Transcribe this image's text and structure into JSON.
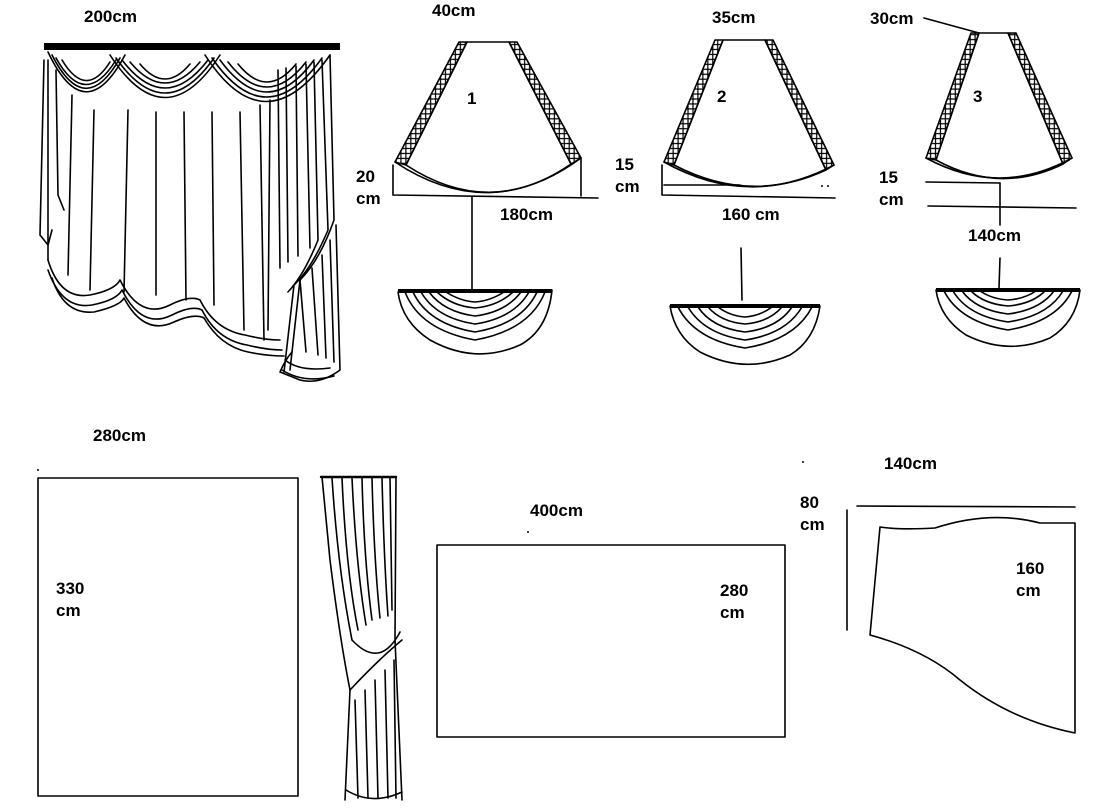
{
  "diagram": {
    "curtain_width": "200cm",
    "swag_1": {
      "number": "1",
      "top_width": "40cm",
      "bottom_width": "180cm",
      "drop": "20\ncm"
    },
    "swag_2": {
      "number": "2",
      "top_width": "35cm",
      "bottom_width": "160 cm",
      "drop": "15\ncm"
    },
    "swag_3": {
      "number": "3",
      "top_width": "30cm",
      "bottom_width": "140cm",
      "drop": "15\ncm"
    },
    "panel": {
      "width": "280cm",
      "height": "330\ncm"
    },
    "valance_panel": {
      "width": "400cm",
      "height": "280\ncm"
    },
    "jabot": {
      "width": "140cm",
      "short_side": "80\ncm",
      "long_side": "160\ncm"
    }
  },
  "colors": {
    "ink": "#000000",
    "background": "#ffffff"
  }
}
